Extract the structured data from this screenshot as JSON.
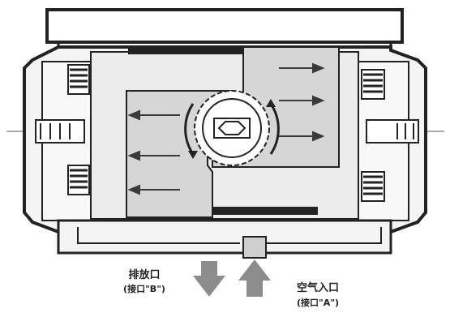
{
  "labels": {
    "exhaust_title": "排放口",
    "exhaust_port": "(接口\"B\")",
    "inlet_title": "空气入口",
    "inlet_port": "(接口\"A\")"
  },
  "colors": {
    "outline": "#222222",
    "chamber_fill": "#d6d6d6",
    "body_fill": "#f4f4f4",
    "port_arrow": "#8c8c8c",
    "flow_arrow": "#3a3a3a"
  }
}
